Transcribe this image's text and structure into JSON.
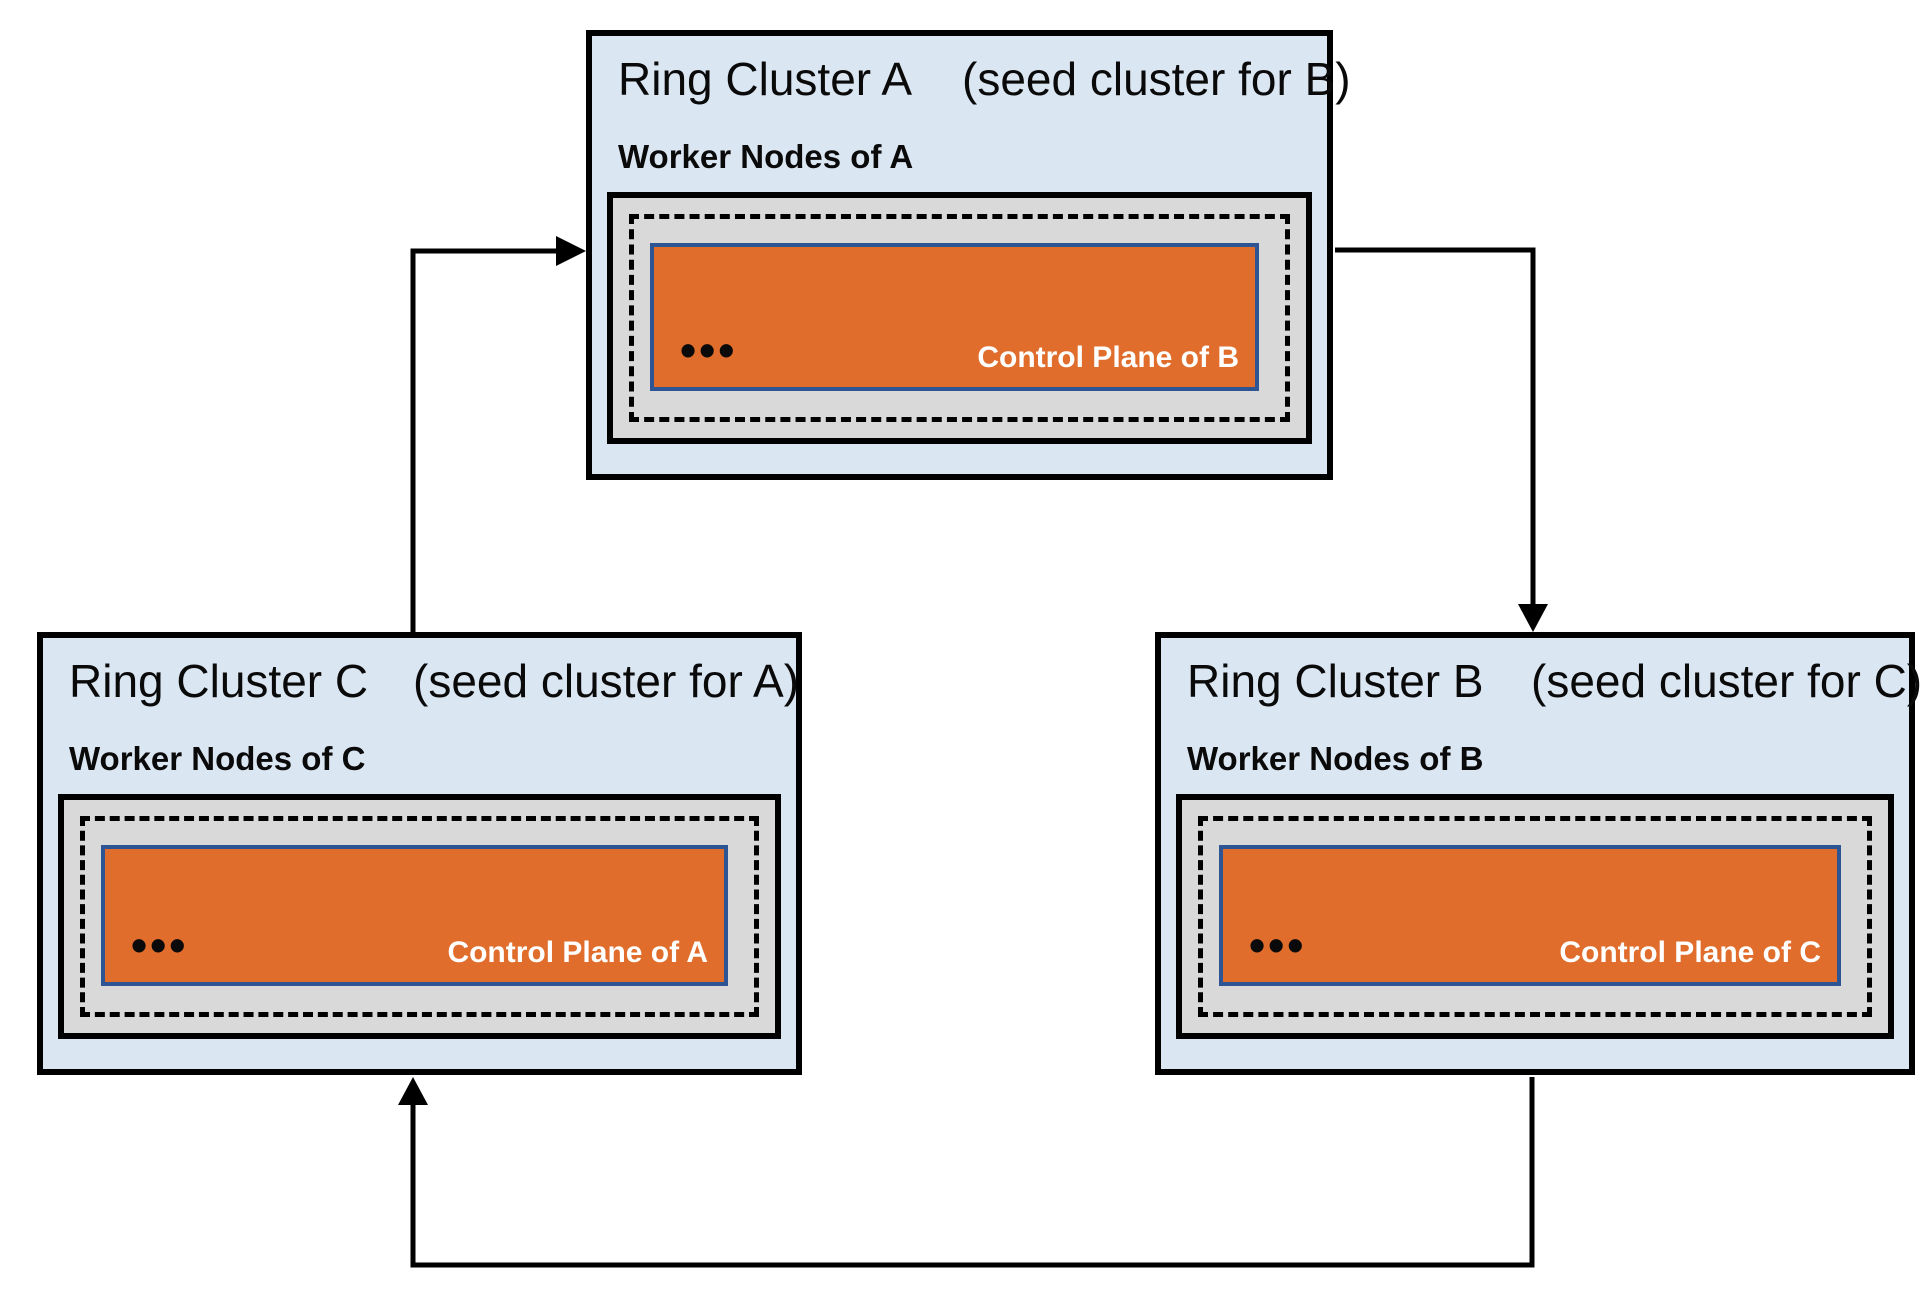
{
  "diagram": {
    "clusters": [
      {
        "id": "A",
        "title": "Ring Cluster A",
        "subtitle": "(seed cluster for B)",
        "worker_label": "Worker Nodes of A",
        "dots": "•••",
        "control_plane_label": "Control Plane of B"
      },
      {
        "id": "C",
        "title": "Ring Cluster C",
        "subtitle": "(seed cluster for A)",
        "worker_label": "Worker Nodes of C",
        "dots": "•••",
        "control_plane_label": "Control Plane of A"
      },
      {
        "id": "B",
        "title": "Ring Cluster B",
        "subtitle": "(seed cluster for C)",
        "worker_label": "Worker Nodes of B",
        "dots": "•••",
        "control_plane_label": "Control Plane of C"
      }
    ],
    "connectors": [
      {
        "from": "C",
        "to": "A"
      },
      {
        "from": "A",
        "to": "B"
      },
      {
        "from": "B",
        "to": "C"
      }
    ],
    "colors": {
      "cluster_fill": "#dbe6f3",
      "worker_box_fill": "#d9d9d9",
      "control_plane_fill": "#e06d2c",
      "control_plane_border": "#2e5593",
      "control_plane_text": "#ffffff",
      "line": "#000000"
    }
  }
}
